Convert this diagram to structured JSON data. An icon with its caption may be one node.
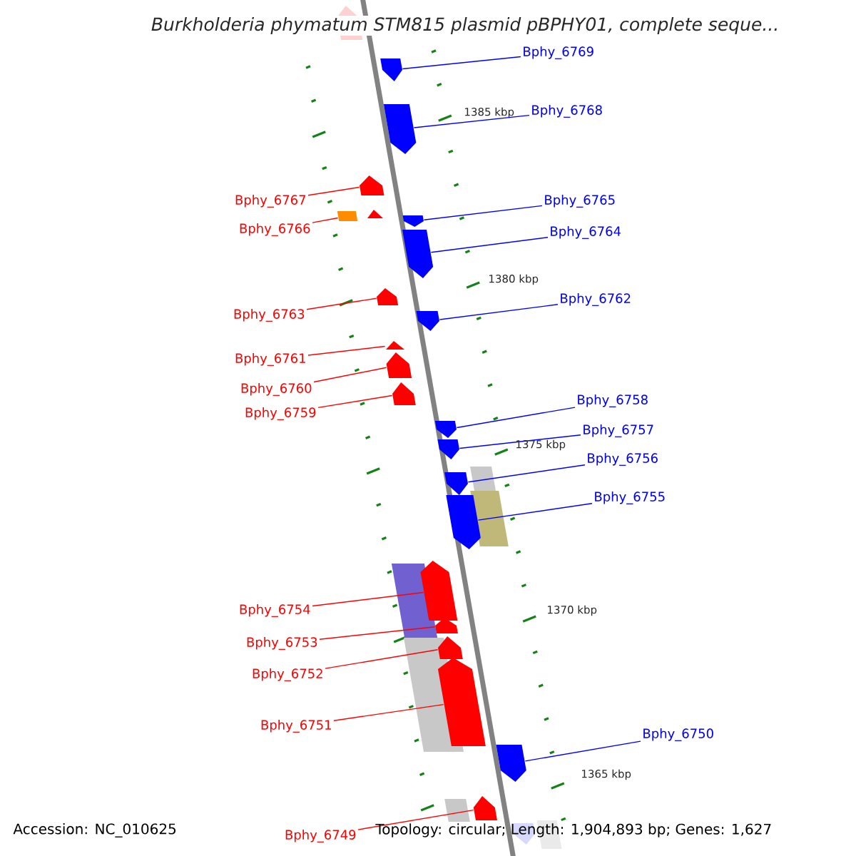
{
  "diagram": {
    "title": "Burkholderia phymatum STM815 plasmid pBPHY01, complete seque...",
    "nodes": [
      {
        "text": [
          "Bphy_6769"
        ]
      },
      {
        "text": [],
        "shape": "arrow"
      },
      {
        "text": [
          "Bphy_6768"
        ]
      },
      {
        "text": [],
        "shape": "arrow"
      },
      {
        "text": [
          "Bphy_6767"
        ]
      },
      {
        "text": [],
        "shape": "arrow"
      },
      {
        "text": [
          "Bphy_6765"
        ]
      },
      {
        "text": [],
        "shape": "arrow"
      },
      {
        "text": [
          "Bphy_6766"
        ]
      },
      {
        "text": [],
        "shape": "box"
      },
      {
        "text": [
          "Bphy_6764"
        ]
      },
      {
        "text": [],
        "shape": "arrow"
      },
      {
        "text": [
          "Bphy_6762"
        ]
      },
      {
        "text": [],
        "shape": "arrow"
      },
      {
        "text": [
          "Bphy_6763"
        ]
      },
      {
        "text": [],
        "shape": "arrow"
      },
      {
        "text": [
          "Bphy_6761"
        ]
      },
      {
        "text": [],
        "shape": "arrow"
      },
      {
        "text": [
          "Bphy_6760"
        ]
      },
      {
        "text": [],
        "shape": "arrow"
      },
      {
        "text": [
          "Bphy_6759"
        ]
      },
      {
        "text": [],
        "shape": "arrow"
      },
      {
        "text": [
          "Bphy_6758"
        ]
      },
      {
        "text": [],
        "shape": "arrow"
      },
      {
        "text": [
          "Bphy_6757"
        ]
      },
      {
        "text": [],
        "shape": "arrow"
      },
      {
        "text": [
          "Bphy_6756"
        ]
      },
      {
        "text": [],
        "shape": "arrow"
      },
      {
        "text": [
          "Bphy_6755"
        ]
      },
      {
        "text": [],
        "shape": "arrow"
      },
      {
        "text": [
          "Bphy_6754"
        ]
      },
      {
        "text": [],
        "shape": "arrow"
      },
      {
        "text": [
          "Bphy_6753"
        ]
      },
      {
        "text": [],
        "shape": "arrow"
      },
      {
        "text": [
          "Bphy_6752"
        ]
      },
      {
        "text": [],
        "shape": "arrow"
      },
      {
        "text": [
          "Bphy_6751"
        ]
      },
      {
        "text": [],
        "shape": "arrow"
      },
      {
        "text": [
          "Bphy_6750"
        ]
      },
      {
        "text": [],
        "shape": "arrow"
      },
      {
        "text": [
          "Bphy_6749"
        ]
      },
      {
        "text": [],
        "shape": "arrow"
      }
    ],
    "edges": [
      {
        "from": 0,
        "to": 1,
        "arrow": "none",
        "color": "#0000ff"
      },
      {
        "from": 2,
        "to": 3,
        "arrow": "none",
        "color": "#0000ff"
      },
      {
        "from": 4,
        "to": 5,
        "arrow": "none"
      },
      {
        "from": 6,
        "to": 7,
        "arrow": "none",
        "color": "#0000ff"
      },
      {
        "from": 8,
        "to": 9,
        "arrow": "none"
      },
      {
        "from": 10,
        "to": 11,
        "arrow": "none",
        "color": "#0000ff"
      },
      {
        "from": 12,
        "to": 13,
        "arrow": "none",
        "color": "#0000ff"
      },
      {
        "from": 14,
        "to": 15,
        "arrow": "none"
      },
      {
        "from": 16,
        "to": 17,
        "arrow": "none"
      },
      {
        "from": 18,
        "to": 19,
        "arrow": "none"
      },
      {
        "from": 20,
        "to": 21,
        "arrow": "none"
      },
      {
        "from": 22,
        "to": 23,
        "arrow": "none",
        "color": "#0000ff"
      },
      {
        "from": 24,
        "to": 25,
        "arrow": "none",
        "color": "#0000ff"
      },
      {
        "from": 26,
        "to": 27,
        "arrow": "none",
        "color": "#0000ff"
      },
      {
        "from": 28,
        "to": 29,
        "arrow": "none",
        "color": "#0000ff"
      },
      {
        "from": 30,
        "to": 31,
        "arrow": "none"
      },
      {
        "from": 32,
        "to": 33,
        "arrow": "none"
      },
      {
        "from": 34,
        "to": 35,
        "arrow": "none"
      },
      {
        "from": 36,
        "to": 37,
        "arrow": "none"
      },
      {
        "from": 38,
        "to": 39,
        "arrow": "none",
        "color": "#0000ff"
      },
      {
        "from": 40,
        "to": 41,
        "arrow": "none"
      }
    ],
    "labels": [
      "1385 kbp",
      "1380 kbp",
      "1375 kbp",
      "1370 kbp",
      "1365 kbp",
      "Accession: NC_010625",
      "Topology: circular; Length: 1,904,893 bp; Genes: 1,627"
    ]
  }
}
